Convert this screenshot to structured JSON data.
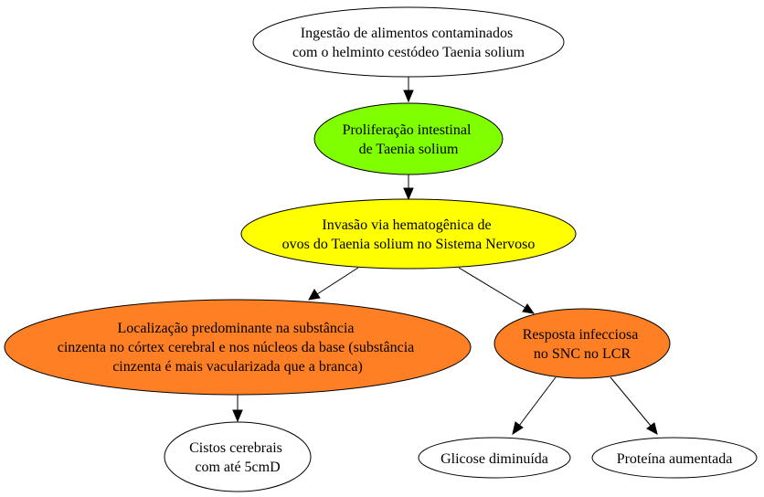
{
  "diagram": {
    "nodes": [
      {
        "id": "ingestao",
        "lines": [
          "Ingestão de alimentos contaminados",
          "com o helminto cestódeo Taenia solium"
        ],
        "fill": "#ffffff"
      },
      {
        "id": "proliferacao",
        "lines": [
          "Proliferação intestinal",
          "de Taenia solium"
        ],
        "fill": "#7fff00"
      },
      {
        "id": "invasao",
        "lines": [
          "Invasão via hematogênica de",
          "ovos do Taenia solium no Sistema Nervoso"
        ],
        "fill": "#ffff00"
      },
      {
        "id": "localizacao",
        "lines": [
          "Localização predominante na substância",
          "cinzenta no córtex cerebral e nos núcleos da base (substância",
          "cinzenta é mais vacularizada que a branca)"
        ],
        "fill": "#ff7f24"
      },
      {
        "id": "resposta",
        "lines": [
          "Resposta infecciosa",
          "no SNC no LCR"
        ],
        "fill": "#ff7f24"
      },
      {
        "id": "cistos",
        "lines": [
          "Cistos cerebrais",
          "com até 5cmD"
        ],
        "fill": "#ffffff"
      },
      {
        "id": "glicose",
        "lines": [
          "Glicose diminuída"
        ],
        "fill": "#ffffff"
      },
      {
        "id": "proteina",
        "lines": [
          "Proteína aumentada"
        ],
        "fill": "#ffffff"
      }
    ],
    "edges": [
      {
        "from": "ingestao",
        "to": "proliferacao"
      },
      {
        "from": "proliferacao",
        "to": "invasao"
      },
      {
        "from": "invasao",
        "to": "localizacao"
      },
      {
        "from": "invasao",
        "to": "resposta"
      },
      {
        "from": "localizacao",
        "to": "cistos"
      },
      {
        "from": "resposta",
        "to": "glicose"
      },
      {
        "from": "resposta",
        "to": "proteina"
      }
    ]
  }
}
